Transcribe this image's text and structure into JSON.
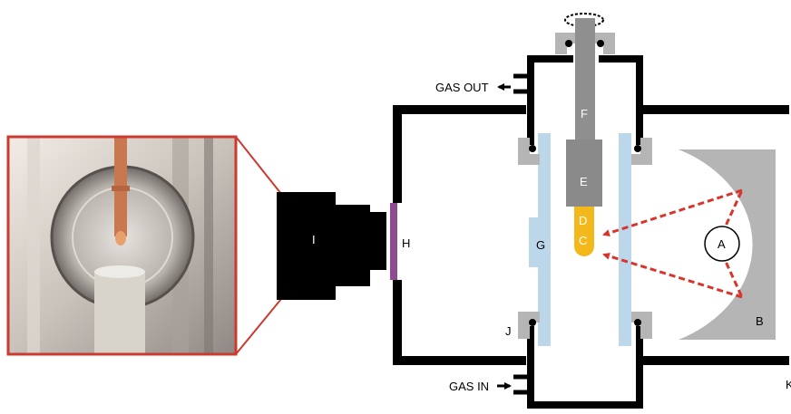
{
  "labels": {
    "A": "A",
    "B": "B",
    "C": "C",
    "D": "D",
    "E": "E",
    "F": "F",
    "G": "G",
    "H": "H",
    "I": "I",
    "J": "J",
    "K": "K",
    "gas_out": "GAS OUT",
    "gas_in": "GAS IN"
  },
  "colors": {
    "frame": "#000000",
    "flange_gray": "#b5b5b5",
    "rod_gray": "#8f8f8f",
    "tube_blue": "#bcd6ea",
    "sample_yellow": "#f2b81c",
    "window_purple": "#8e4a93",
    "laser_red": "#d9332a",
    "inset_border": "#cc3a2f"
  }
}
